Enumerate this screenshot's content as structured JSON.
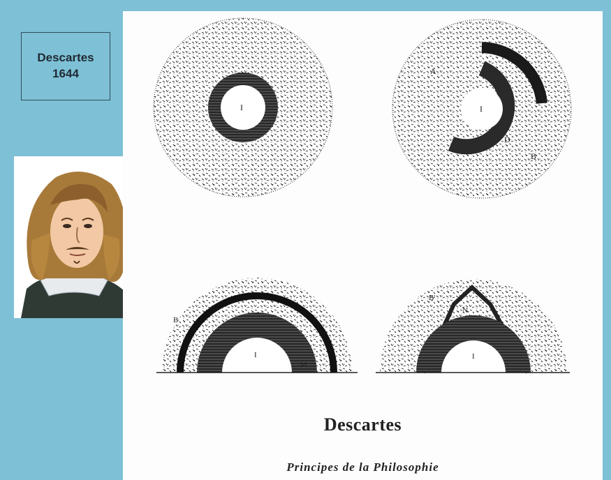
{
  "label": {
    "line1": "Descartes",
    "line2": "1644"
  },
  "caption": {
    "title": "Descartes",
    "subtitle": "Principes de la Philosophie"
  },
  "figures": [
    {
      "center_label": "I",
      "letters": []
    },
    {
      "center_label": "I",
      "letters": [
        "A",
        "D",
        "B"
      ]
    },
    {
      "center_label": "I",
      "letters": [
        "B",
        "M"
      ]
    },
    {
      "center_label": "I",
      "letters": [
        "B'",
        "N"
      ]
    }
  ],
  "colors": {
    "background": "#7ec0d6",
    "plate": "#fdfdfd",
    "ink": "#1a1a1a"
  }
}
